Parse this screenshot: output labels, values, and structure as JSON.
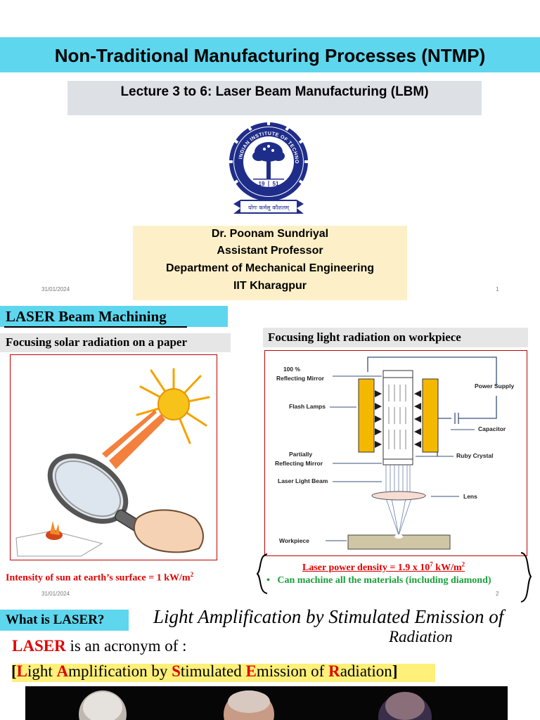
{
  "slide1": {
    "title": "Non-Traditional Manufacturing Processes (NTMP)",
    "subtitle": "Lecture 3 to 6: Laser Beam Manufacturing (LBM)",
    "logo": {
      "ring_text": "INDIAN INSTITUTE OF TECHNOLOGY KHARAGPUR",
      "year_left": "19",
      "year_right": "51",
      "motto": "योगः कर्मसु कौशलम्"
    },
    "author": {
      "name": "Dr. Poonam Sundriyal",
      "designation": "Assistant Professor",
      "department": "Department of Mechanical Engineering",
      "institute": "IIT Kharagpur"
    },
    "date": "31/01/2024",
    "page_number": "1"
  },
  "slide2": {
    "heading": "LASER Beam Machining",
    "left_caption": "Focusing solar radiation on a paper",
    "right_caption": "Focusing light radiation on workpiece",
    "sun_intensity_text": "Intensity of sun at earth’s surface = 1 kW/m",
    "sun_intensity_exp": "2",
    "power_density_text": "Laser power density = 1.9 x 10",
    "power_density_exp1": "7",
    "power_density_unit": " kW/m",
    "power_density_exp2": "2",
    "materials_text": "Can machine all the materials (including diamond)",
    "bullet": "•",
    "date": "31/01/2024",
    "page_number": "2",
    "diagram_labels": {
      "reflecting_mirror_1": "100 %",
      "reflecting_mirror_2": "Reflecting Mirror",
      "flash_lamps": "Flash Lamps",
      "partial_mirror_1": "Partially",
      "partial_mirror_2": "Reflecting Mirror",
      "laser_beam": "Laser Light Beam",
      "workpiece": "Workpiece",
      "power_supply": "Power Supply",
      "capacitor": "Capacitor",
      "ruby_crystal": "Ruby Crystal",
      "lens": "Lens"
    }
  },
  "slide3": {
    "heading": "What is LASER?",
    "handwriting_1": "Light Amplification by Stimulated Emission of",
    "handwriting_2": "Radiation",
    "acronym_word": "LASER",
    "acronym_rest": " is an acronym of :",
    "bracket_open": "[",
    "bracket_close": "]",
    "expansion": [
      {
        "initial": "L",
        "rest": "ight "
      },
      {
        "initial": "A",
        "rest": "mplification by "
      },
      {
        "initial": "S",
        "rest": "timulated "
      },
      {
        "initial": "E",
        "rest": "mission of "
      },
      {
        "initial": "R",
        "rest": "adiation"
      }
    ]
  },
  "colors": {
    "title_bar": "#5ed6ee",
    "subtitle_box": "#dde1e6",
    "author_box": "#fdf0c8",
    "accent_red": "#e00000",
    "accent_green": "#18a03a",
    "flash_lamp": "#f5b800",
    "highlight": "#fff07a"
  }
}
